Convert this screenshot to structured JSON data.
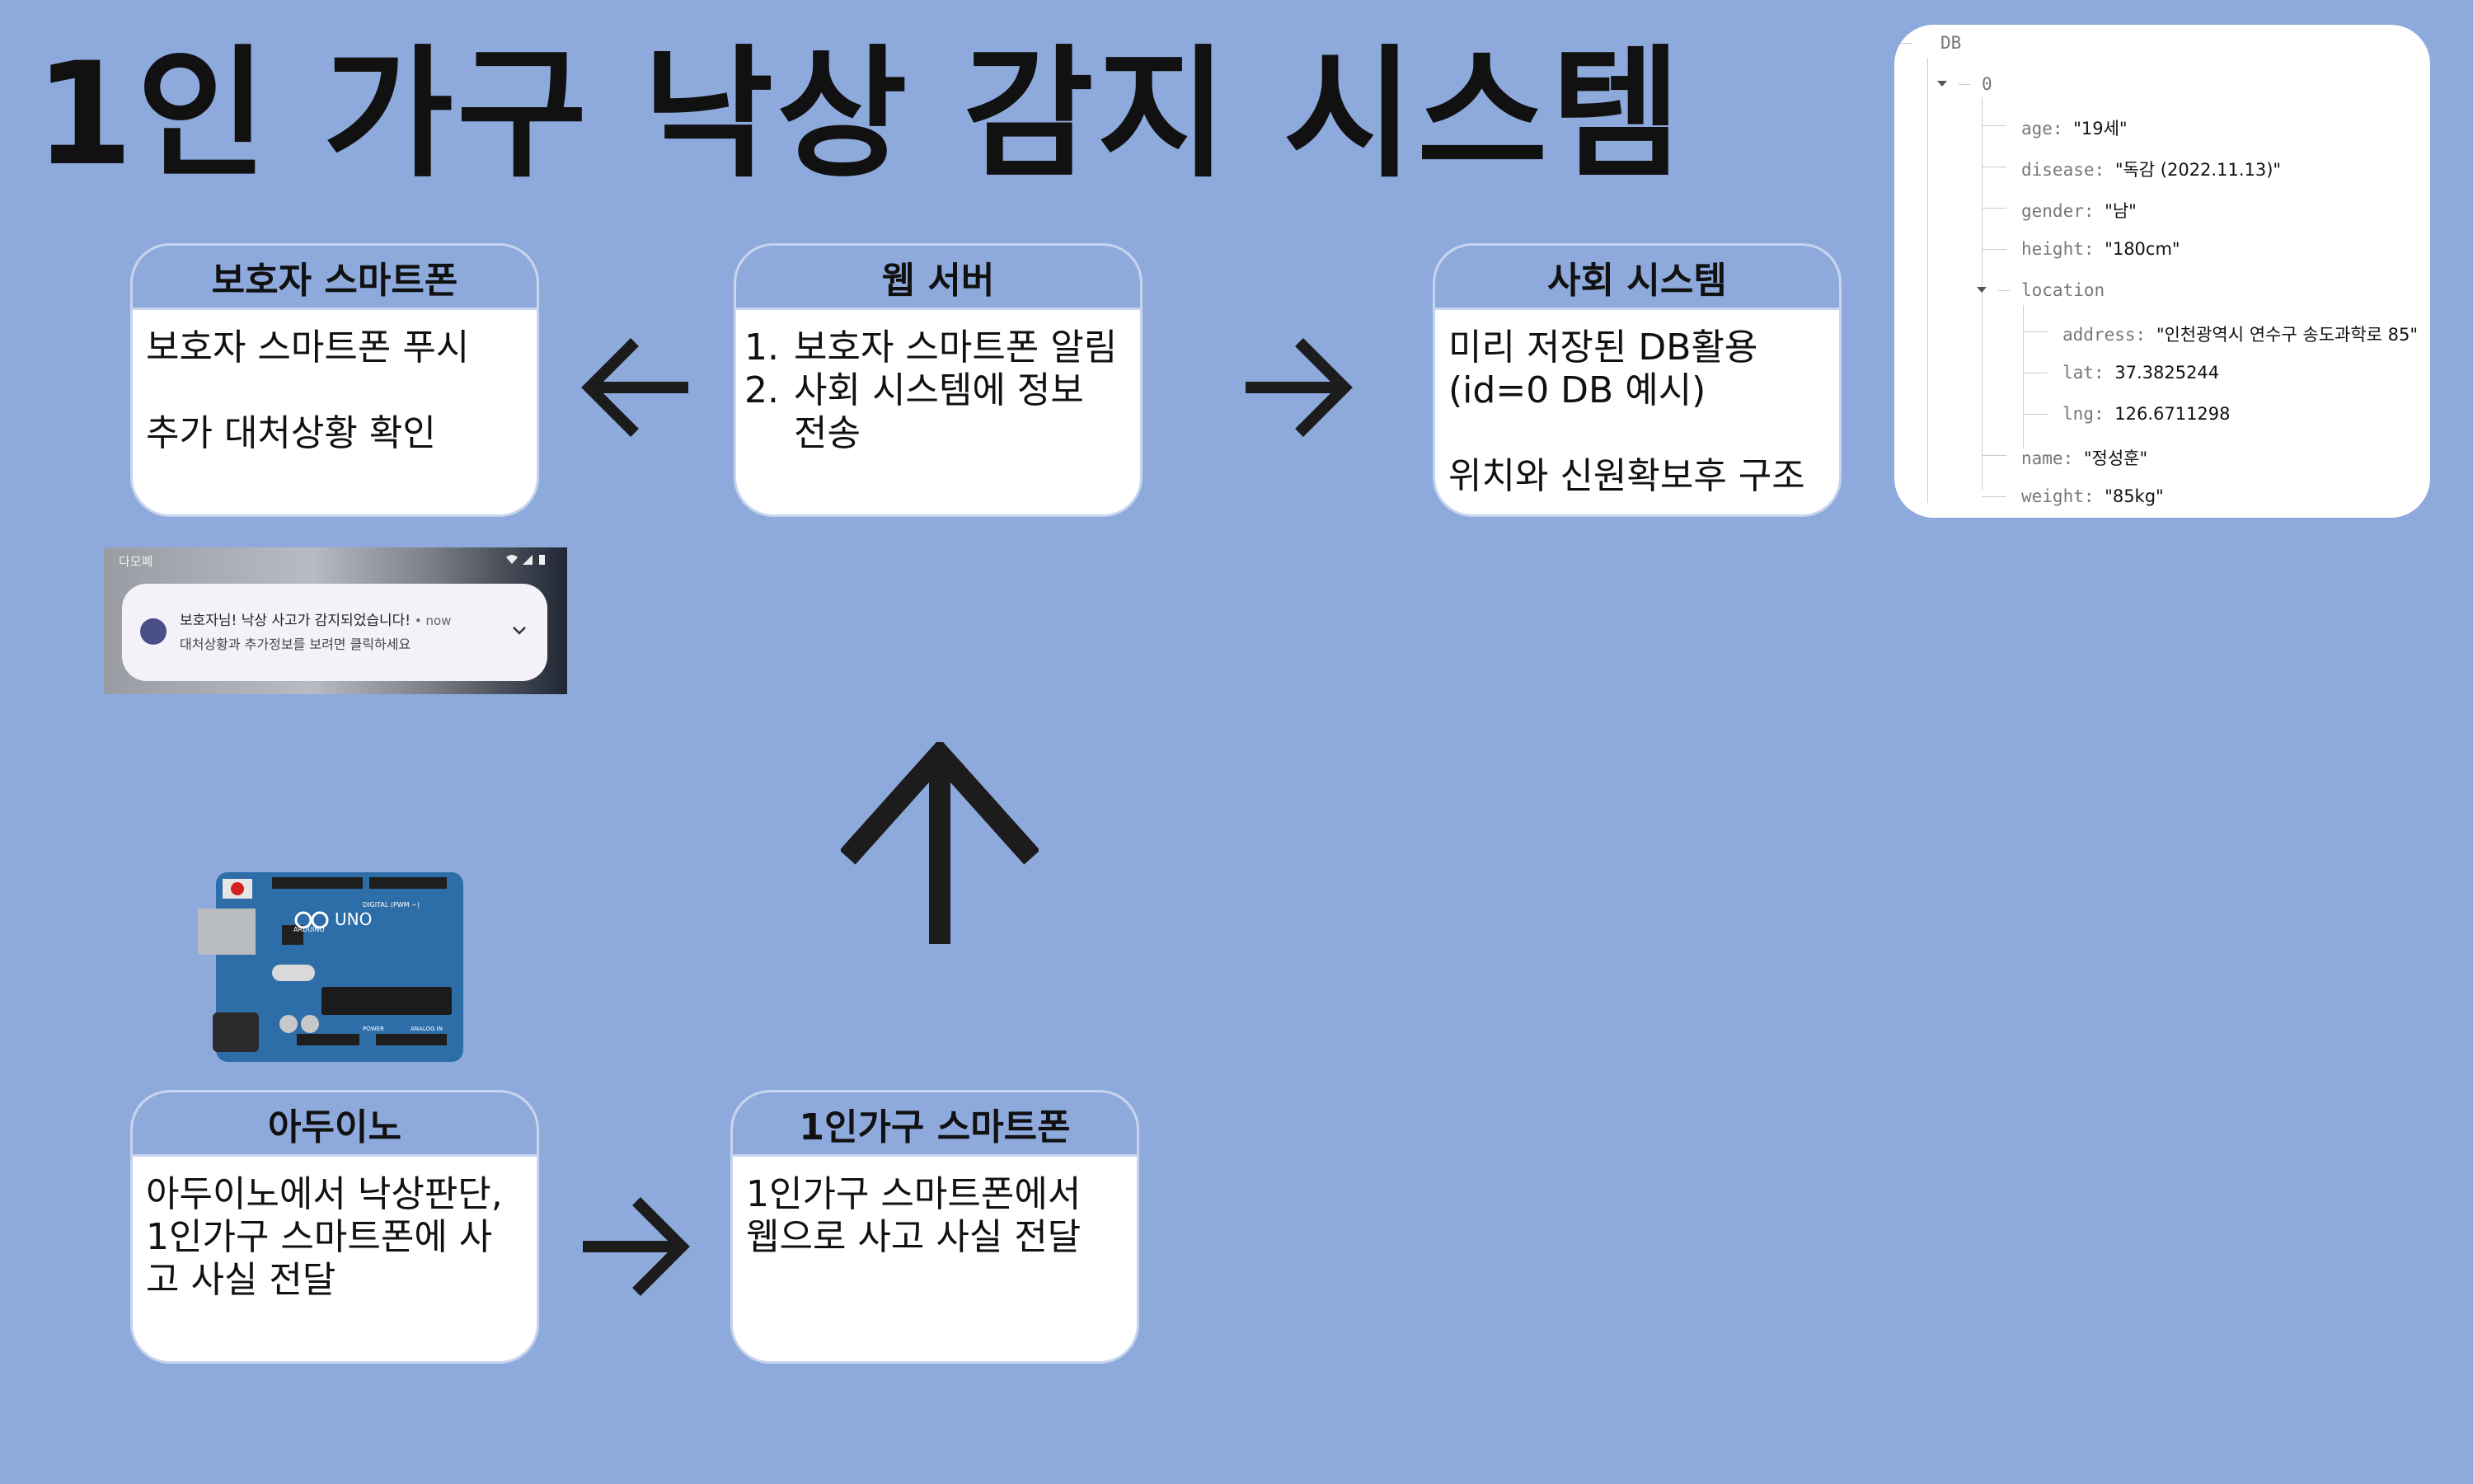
{
  "title": "1인 가구 낙상 감지 시스템",
  "boxes": {
    "guardian": {
      "title": "보호자 스마트폰",
      "line1": "보호자 스마트폰 푸시",
      "line2": "추가 대처상황 확인"
    },
    "web": {
      "title": "웹 서버",
      "items": [
        "보호자 스마트폰 알림",
        "사회 시스템에 정보 전송"
      ]
    },
    "social": {
      "title": "사회 시스템",
      "line1": "미리 저장된 DB활용",
      "line2": "(id=0 DB 예시)",
      "line3": "위치와 신원확보후 구조"
    },
    "arduino": {
      "title": "아두이노",
      "line1": "아두이노에서 낙상판단,",
      "line2": "1인가구 스마트폰에 사",
      "line3": "고 사실 전달"
    },
    "phone": {
      "title": "1인가구 스마트폰",
      "line1": "1인가구 스마트폰에서",
      "line2": "웹으로 사고 사실 전달"
    }
  },
  "db": {
    "root": "DB",
    "index": "0",
    "fields": {
      "age": {
        "key": "age:",
        "value": "\"19세\""
      },
      "disease": {
        "key": "disease:",
        "value": "\"독감 (2022.11.13)\""
      },
      "gender": {
        "key": "gender:",
        "value": "\"남\""
      },
      "height": {
        "key": "height:",
        "value": "\"180cm\""
      },
      "location": {
        "key": "location"
      },
      "address": {
        "key": "address:",
        "value": "\"인천광역시 연수구 송도과학로 85\""
      },
      "lat": {
        "key": "lat:",
        "value": "37.3825244"
      },
      "lng": {
        "key": "lng:",
        "value": "126.6711298"
      },
      "name": {
        "key": "name:",
        "value": "\"정성훈\""
      },
      "weight": {
        "key": "weight:",
        "value": "\"85kg\""
      }
    }
  },
  "notification": {
    "status_app": "다모폐",
    "title": "보호자님! 낙상 사고가 감지되었습니다!",
    "time": " • now",
    "text": "대처상황과 추가정보를 보려면 클릭하세요"
  },
  "board": {
    "brand": "ARDUINO",
    "model": "UNO",
    "digital_label": "DIGITAL (PWM ~)",
    "power_label": "POWER",
    "analog_label": "ANALOG IN"
  },
  "colors": {
    "background": "#8eaadd",
    "box_border": "#c8d4ee",
    "arrow": "#1c1c1c"
  }
}
